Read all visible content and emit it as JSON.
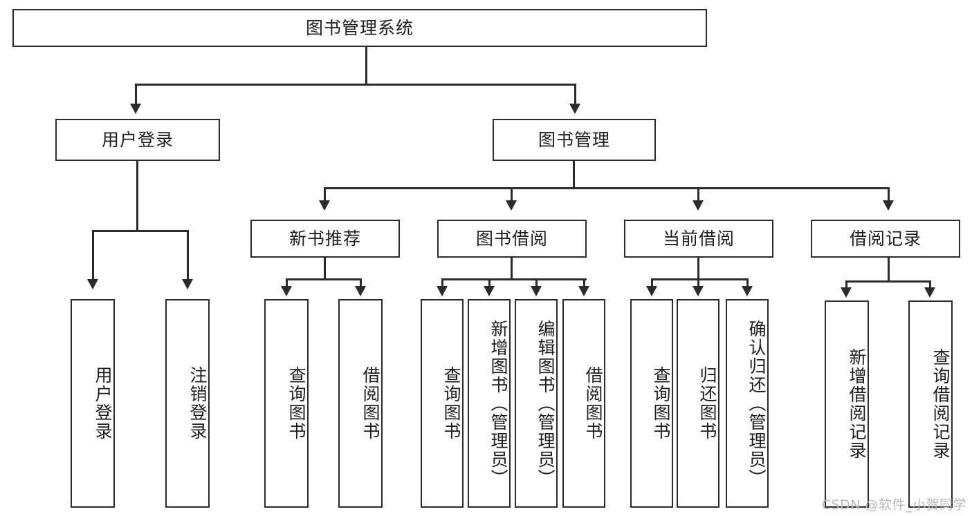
{
  "diagram": {
    "title": "图书管理系统",
    "type": "tree",
    "watermark": "CSDN @软件_小贺同学",
    "colors": {
      "stroke": "#2b2b2b",
      "fill": "#ffffff",
      "text": "#1d1d1d",
      "watermark": "#b9b9b9"
    },
    "levels": {
      "root": {
        "label": "图书管理系统"
      },
      "level2": [
        {
          "label": "用户登录"
        },
        {
          "label": "图书管理"
        }
      ],
      "level3": [
        {
          "label": "新书推荐"
        },
        {
          "label": "图书借阅"
        },
        {
          "label": "当前借阅"
        },
        {
          "label": "借阅记录"
        }
      ],
      "leaves_user_login": [
        {
          "label": "用户登录"
        },
        {
          "label": "注销登录"
        }
      ],
      "leaves_new_book": [
        {
          "label": "查询图书"
        },
        {
          "label": "借阅图书"
        }
      ],
      "leaves_borrow": [
        {
          "label": "查询图书"
        },
        {
          "label": "新增图书（管理员）"
        },
        {
          "label": "编辑图书（管理员）"
        },
        {
          "label": "借阅图书"
        }
      ],
      "leaves_current": [
        {
          "label": "查询图书"
        },
        {
          "label": "归还图书"
        },
        {
          "label": "确认归还（管理员）"
        }
      ],
      "leaves_record": [
        {
          "label": "新增借阅记录"
        },
        {
          "label": "查询借阅记录"
        }
      ]
    }
  }
}
